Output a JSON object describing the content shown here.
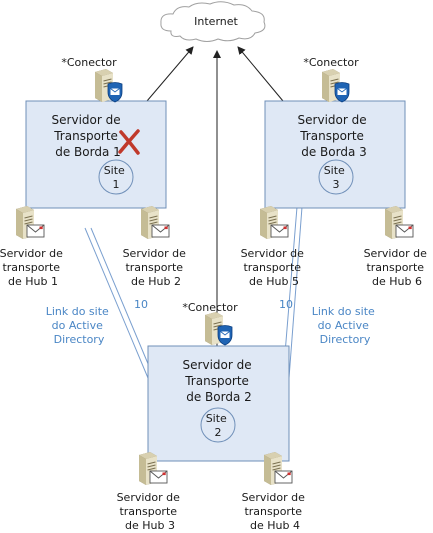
{
  "internet": {
    "label": "Internet"
  },
  "connector_label": "*Conector",
  "site_boxes": [
    {
      "id": "site1",
      "title_lines": [
        "Servidor de",
        "Transporte",
        "de Borda 1"
      ],
      "site_lines": [
        "Site",
        "1"
      ],
      "failed": true
    },
    {
      "id": "site3",
      "title_lines": [
        "Servidor de",
        "Transporte",
        "de Borda 3"
      ],
      "site_lines": [
        "Site",
        "3"
      ],
      "failed": false
    },
    {
      "id": "site2",
      "title_lines": [
        "Servidor de",
        "Transporte",
        "de Borda 2"
      ],
      "site_lines": [
        "Site",
        "2"
      ],
      "failed": false
    }
  ],
  "hub_servers": [
    {
      "id": "hub1",
      "lines": [
        "Servidor de",
        "transporte",
        "de Hub 1"
      ]
    },
    {
      "id": "hub2",
      "lines": [
        "Servidor de",
        "transporte",
        "de Hub 2"
      ]
    },
    {
      "id": "hub5",
      "lines": [
        "Servidor de",
        "transporte",
        "de Hub 5"
      ]
    },
    {
      "id": "hub6",
      "lines": [
        "Servidor de",
        "transporte",
        "de Hub 6"
      ]
    },
    {
      "id": "hub3",
      "lines": [
        "Servidor de",
        "transporte",
        "de Hub 3"
      ]
    },
    {
      "id": "hub4",
      "lines": [
        "Servidor de",
        "transporte",
        "de Hub 4"
      ]
    }
  ],
  "site_links": [
    {
      "id": "link-left",
      "cost": "10",
      "label_lines": [
        "Link do site",
        "do Active",
        "Directory"
      ]
    },
    {
      "id": "link-right",
      "cost": "10",
      "label_lines": [
        "Link do site",
        "do Active",
        "Directory"
      ]
    }
  ],
  "colors": {
    "box_fill": "#dfe8f5",
    "box_stroke": "#6f8fb8",
    "link_line": "#7a9fcf",
    "link_text": "#4a86c5",
    "fail_x": "#c0392b"
  },
  "icons": {
    "internet": "cloud-icon",
    "edge_server": "server-shield-icon",
    "hub_server": "server-mail-icon",
    "failure": "red-x-icon"
  }
}
